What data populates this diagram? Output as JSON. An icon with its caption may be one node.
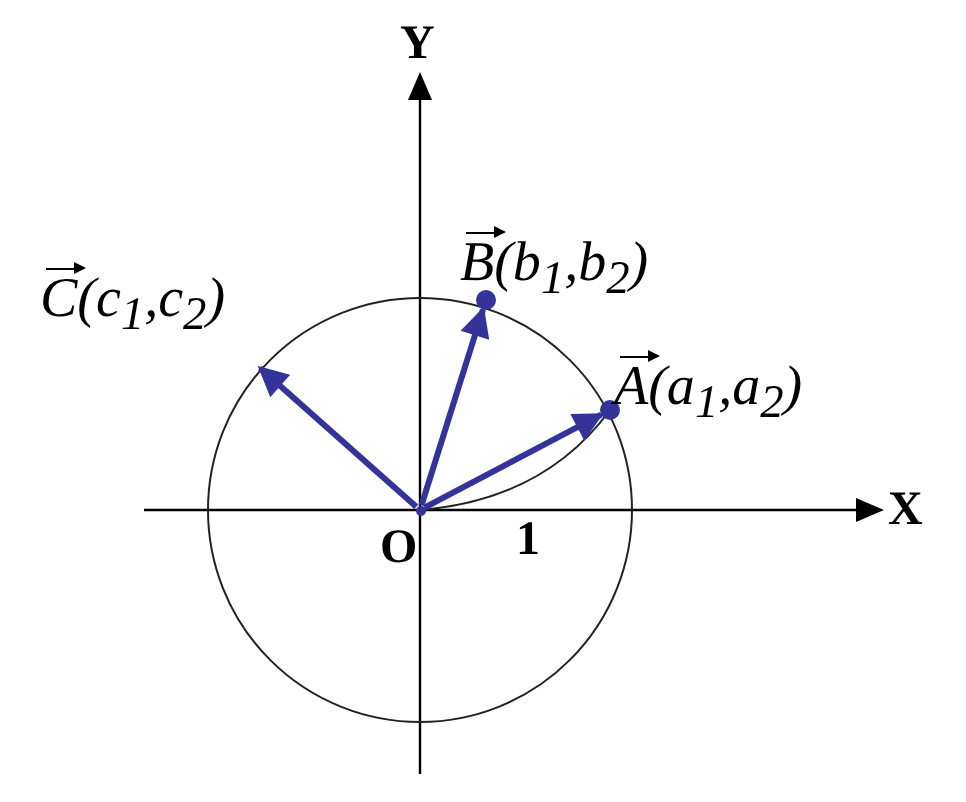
{
  "diagram": {
    "nodes": [
      {
        "text": [],
        "shape": "circle",
        "beside": [
          "O"
        ]
      },
      {
        "text": [],
        "shape": "circle",
        "beside": [
          "A(a$_{1}$,a$_{2}$)"
        ]
      },
      {
        "text": [],
        "shape": "circle",
        "beside": [
          "B(b$_{1}$,b$_{2}$)"
        ]
      }
    ],
    "edges": [
      {
        "from": 0,
        "to": 1,
        "arrow": "to",
        "color": "#333399"
      },
      {
        "from": 0,
        "to": 2,
        "arrow": "to",
        "color": "#333399"
      },
      {
        "from": 0,
        "to": null,
        "arrow": "to",
        "color": "#333399"
      }
    ],
    "labels": [
      "Y",
      "X",
      "1",
      "C(c$_{1}$,c$_{2}$)"
    ]
  }
}
